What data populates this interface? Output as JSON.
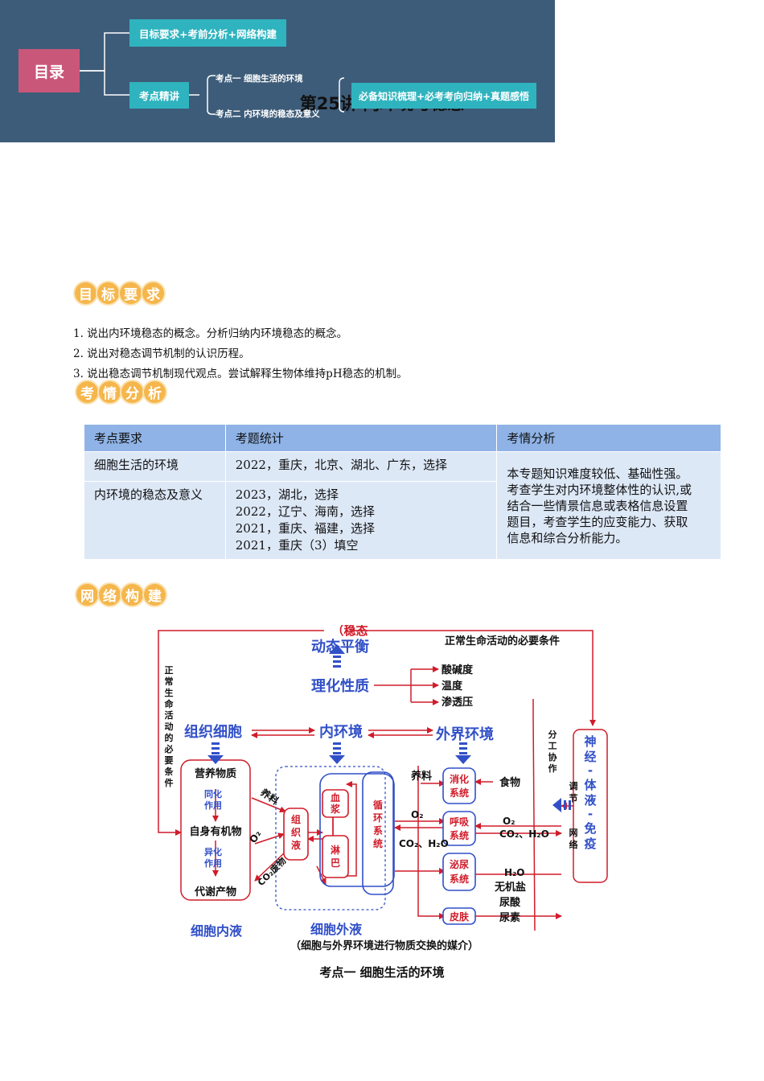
{
  "title": "第25讲  内环境与稳态",
  "toc": {
    "main": "目录",
    "branch1": "目标要求+考前分析+网络构建",
    "branch2": "考点精讲",
    "sub1": "考点一 细胞生活的环境",
    "sub2": "考点二 内环境的稳态及意义",
    "branch3": "必备知识梳理+必考考向归纳+真题感悟"
  },
  "section_goals": {
    "chars": [
      "目",
      "标",
      "要",
      "求"
    ]
  },
  "goals": [
    "1. 说出内环境稳态的概念。分析归纳内环境稳态的概念。",
    "2. 说出对稳态调节机制的认识历程。",
    "3. 说出稳态调节机制现代观点。尝试解释生物体维持pH稳态的机制。"
  ],
  "section_analysis": {
    "chars": [
      "考",
      "情",
      "分",
      "析"
    ]
  },
  "table": {
    "headers": [
      "考点要求",
      "考题统计",
      "考情分析"
    ],
    "rows": [
      {
        "topic": "细胞生活的环境",
        "stats": [
          "2022，重庆，北京、湖北、广东，选择"
        ]
      },
      {
        "topic": "内环境的稳态及意义",
        "stats": [
          "2023，湖北，选择",
          "2022，辽宁、海南，选择",
          "2021，重庆、福建，选择",
          "2021，重庆（3）填空"
        ]
      }
    ],
    "analysis": [
      "本专题知识难度较低、基础性强。",
      "考查学生对内环境整体性的认识,或",
      "结合一些情景信息或表格信息设置",
      "题目，考查学生的应变能力、获取",
      "信息和综合分析能力。"
    ]
  },
  "section_network": {
    "chars": [
      "网",
      "络",
      "构",
      "建"
    ]
  },
  "diagram": {
    "steady": "（稳态",
    "dynamic": "动态平衡",
    "necessary_top": "正常生命活动的必要条件",
    "properties": "理化性质",
    "props": [
      "酸碱度",
      "温度",
      "渗透压"
    ],
    "tissue_cells": "组织细胞",
    "internal_env": "内环境",
    "external_env": "外界环境",
    "necessary_left": [
      "正",
      "常",
      "生",
      "命",
      "活",
      "动",
      "的",
      "必",
      "要",
      "条",
      "件"
    ],
    "division": [
      "分",
      "工",
      "协",
      "作"
    ],
    "nerve": [
      "神",
      "经",
      "-",
      "体",
      "液",
      "-",
      "免",
      "疫"
    ],
    "regulate": [
      "调",
      "节",
      "网",
      "络"
    ],
    "nutrients": "营养物质",
    "assim": [
      "同化",
      "作用"
    ],
    "own_organic": "自身有机物",
    "dissim": [
      "异化",
      "作用"
    ],
    "metab": "代谢产物",
    "nutri_label": "养料",
    "o2": "O₂",
    "co2_label": "CO₂废物",
    "tissue_fluid": [
      "组",
      "织",
      "液"
    ],
    "plasma": [
      "血",
      "浆"
    ],
    "lymph": [
      "淋",
      "巴"
    ],
    "circ": [
      "循",
      "环",
      "系",
      "统"
    ],
    "feed": "养料",
    "o2_b": "O₂",
    "co2_h2o": "CO₂、H₂O",
    "digest": [
      "消化",
      "系统"
    ],
    "resp": [
      "呼吸",
      "系统"
    ],
    "urinary": [
      "泌尿",
      "系统"
    ],
    "skin": "皮肤",
    "food": "食物",
    "o2_r": "O₂",
    "co2_h2o_r": "CO₂、H₂O",
    "h2o": "H₂O",
    "salts": "无机盐",
    "uric": "尿酸",
    "urea": "尿素",
    "icf": "细胞内液",
    "ecf": "细胞外液",
    "medium": "（细胞与外界环境进行物质交换的媒介）"
  },
  "caption": "考点一    细胞生活的环境"
}
